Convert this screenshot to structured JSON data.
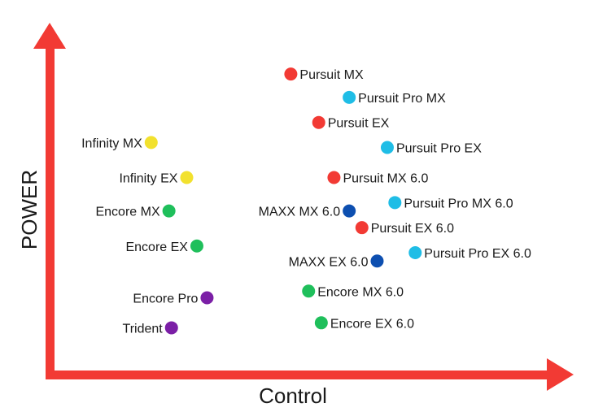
{
  "chart_data": {
    "type": "scatter",
    "title": "",
    "xlabel": "Control",
    "ylabel": "POWER",
    "xlim": [
      0,
      100
    ],
    "ylim": [
      0,
      100
    ],
    "grid": false,
    "legend": "none",
    "colors": {
      "axis": "#f23a34",
      "red": "#f23a34",
      "cyan": "#1fbde6",
      "yellow": "#f2e12e",
      "green": "#1fbf5b",
      "blue": "#0d4fb0",
      "purple": "#7b1fa6"
    },
    "points": [
      {
        "label": "Pursuit MX",
        "x": 47.5,
        "y": 90,
        "color": "red",
        "label_side": "right"
      },
      {
        "label": "Pursuit Pro MX",
        "x": 59,
        "y": 83,
        "color": "cyan",
        "label_side": "right"
      },
      {
        "label": "Pursuit EX",
        "x": 53,
        "y": 75.5,
        "color": "red",
        "label_side": "right"
      },
      {
        "label": "Pursuit Pro EX",
        "x": 66.5,
        "y": 68,
        "color": "cyan",
        "label_side": "right"
      },
      {
        "label": "Infinity MX",
        "x": 20,
        "y": 69.5,
        "color": "yellow",
        "label_side": "left"
      },
      {
        "label": "Infinity EX",
        "x": 27,
        "y": 59,
        "color": "yellow",
        "label_side": "left"
      },
      {
        "label": "Pursuit MX 6.0",
        "x": 56,
        "y": 59,
        "color": "red",
        "label_side": "right"
      },
      {
        "label": "Pursuit Pro MX 6.0",
        "x": 68,
        "y": 51.5,
        "color": "cyan",
        "label_side": "right"
      },
      {
        "label": "Encore MX",
        "x": 23.5,
        "y": 49,
        "color": "green",
        "label_side": "left"
      },
      {
        "label": "MAXX MX 6.0",
        "x": 59,
        "y": 49,
        "color": "blue",
        "label_side": "left"
      },
      {
        "label": "Pursuit EX 6.0",
        "x": 61.5,
        "y": 44,
        "color": "red",
        "label_side": "right"
      },
      {
        "label": "Encore EX",
        "x": 29,
        "y": 38.5,
        "color": "green",
        "label_side": "left"
      },
      {
        "label": "Pursuit Pro EX 6.0",
        "x": 72,
        "y": 36.5,
        "color": "cyan",
        "label_side": "right"
      },
      {
        "label": "MAXX EX 6.0",
        "x": 64.5,
        "y": 34,
        "color": "blue",
        "label_side": "left"
      },
      {
        "label": "Encore MX 6.0",
        "x": 51,
        "y": 25,
        "color": "green",
        "label_side": "right"
      },
      {
        "label": "Encore Pro",
        "x": 31,
        "y": 23,
        "color": "purple",
        "label_side": "left"
      },
      {
        "label": "Trident",
        "x": 24,
        "y": 14,
        "color": "purple",
        "label_side": "left"
      },
      {
        "label": "Encore EX 6.0",
        "x": 53.5,
        "y": 15.5,
        "color": "green",
        "label_side": "right"
      }
    ]
  }
}
